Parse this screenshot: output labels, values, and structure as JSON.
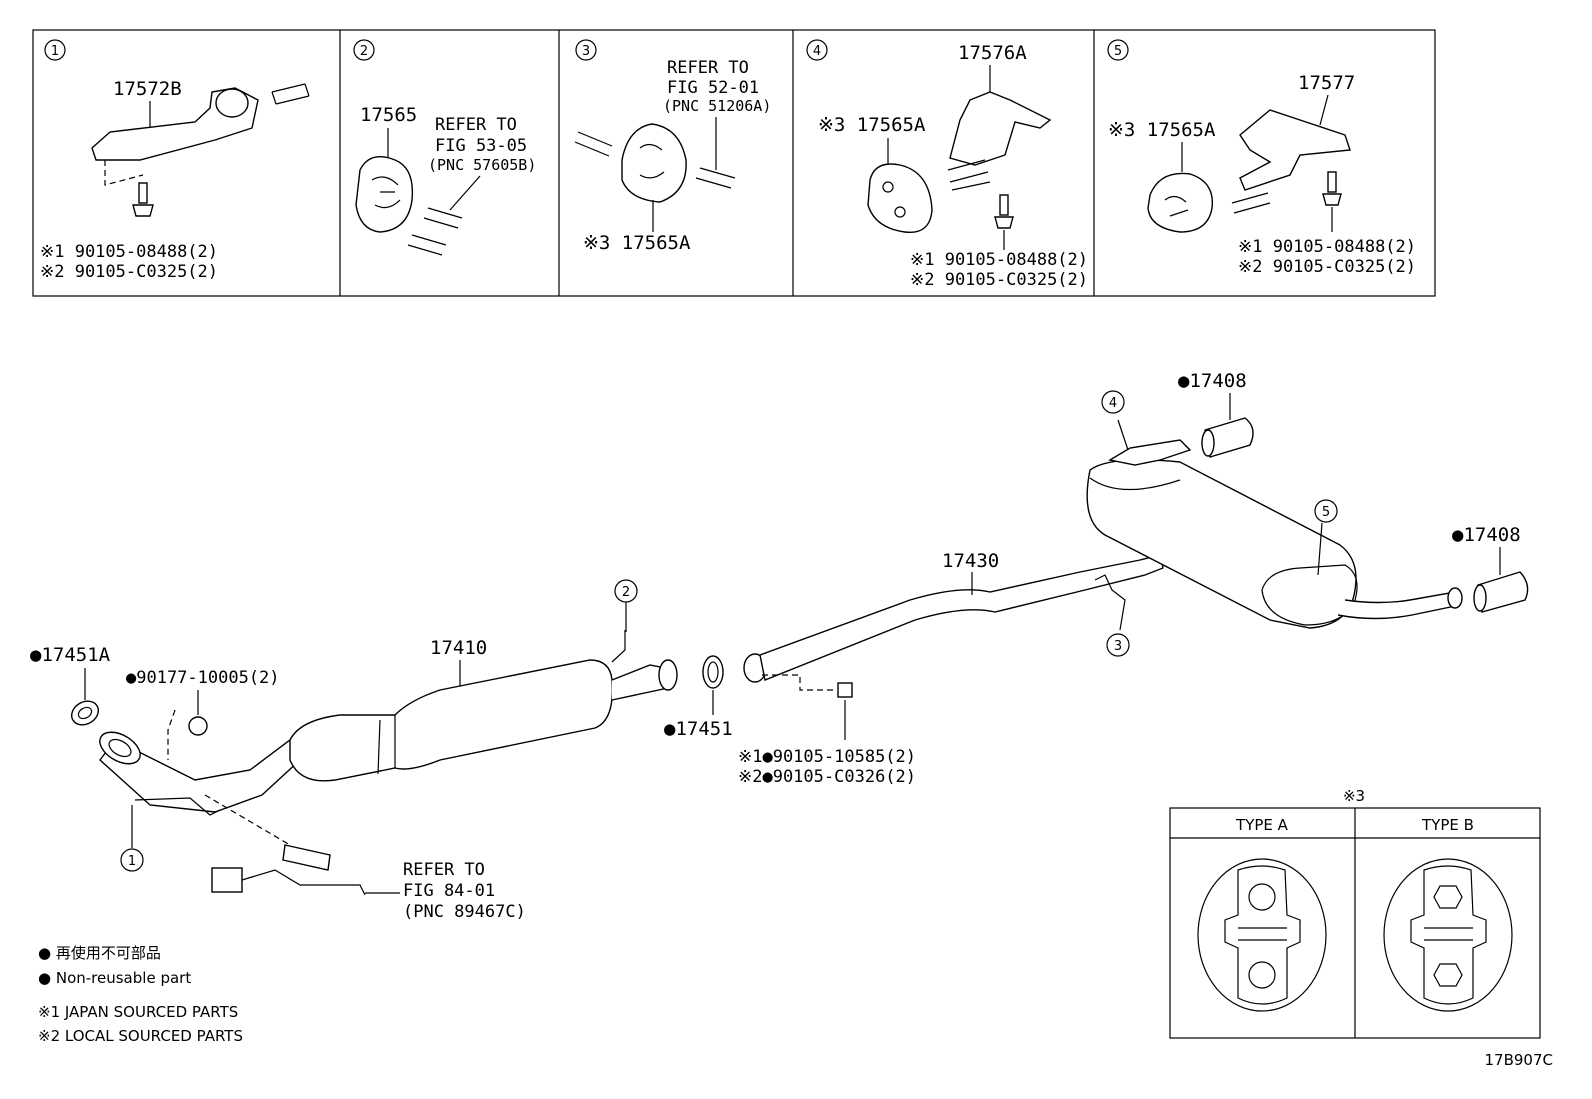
{
  "figure_code": "17B907C",
  "panels": [
    {
      "num": "1",
      "part": "17572B",
      "bolts": [
        "※1 90105-08488(2)",
        "※2 90105-C0325(2)"
      ]
    },
    {
      "num": "2",
      "part": "17565",
      "refer": [
        "REFER TO",
        "FIG 53-05",
        "(PNC 57605B)"
      ]
    },
    {
      "num": "3",
      "part": "※3 17565A",
      "refer": [
        "REFER TO",
        "FIG 52-01",
        "(PNC 51206A)"
      ]
    },
    {
      "num": "4",
      "part_top": "17576A",
      "part": "※3 17565A",
      "bolts": [
        "※1 90105-08488(2)",
        "※2 90105-C0325(2)"
      ]
    },
    {
      "num": "5",
      "part_top": "17577",
      "part": "※3 17565A",
      "bolts": [
        "※1 90105-08488(2)",
        "※2 90105-C0325(2)"
      ]
    }
  ],
  "main": {
    "gasket_17451A": "●17451A",
    "nut": "●90177-10005(2)",
    "pipe_17410": "17410",
    "gasket_17451": "●17451",
    "pipe_17430": "17430",
    "tail_17408_top": "●17408",
    "tail_17408_right": "●17408",
    "bolt_1": "※1●90105-10585(2)",
    "bolt_2": "※2●90105-C0326(2)",
    "sensor_refer": [
      "REFER TO",
      "FIG 84-01",
      "(PNC 89467C)"
    ],
    "callouts": [
      "1",
      "2",
      "3",
      "4",
      "5"
    ]
  },
  "legend": {
    "jp": "● 再使用不可部品",
    "en": "● Non-reusable part",
    "note1": "※1 JAPAN SOURCED PARTS",
    "note2": "※2 LOCAL SOURCED PARTS"
  },
  "type_table": {
    "mark": "※3",
    "type_a": "TYPE A",
    "type_b": "TYPE B"
  }
}
